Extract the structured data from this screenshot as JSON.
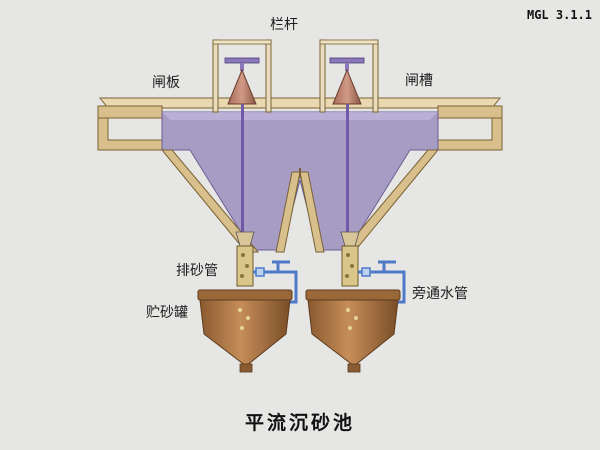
{
  "badge": "MGL 3.1.1",
  "title": "平流沉砂池",
  "labels": {
    "railing": "栏杆",
    "gate_plate": "闸板",
    "gate_slot": "闸槽",
    "sand_pipe": "排砂管",
    "sand_tank": "贮砂罐",
    "bypass_pipe": "旁通水管"
  },
  "colors": {
    "background": "#e6e6e4",
    "frame": "#d8bf8c",
    "frame_edge": "#7a6234",
    "water": "#a79cc4",
    "gate": "#b97d6a",
    "pipe_blue": "#4d79c8",
    "tank": "#b07848",
    "sand": "#d9c78a"
  }
}
